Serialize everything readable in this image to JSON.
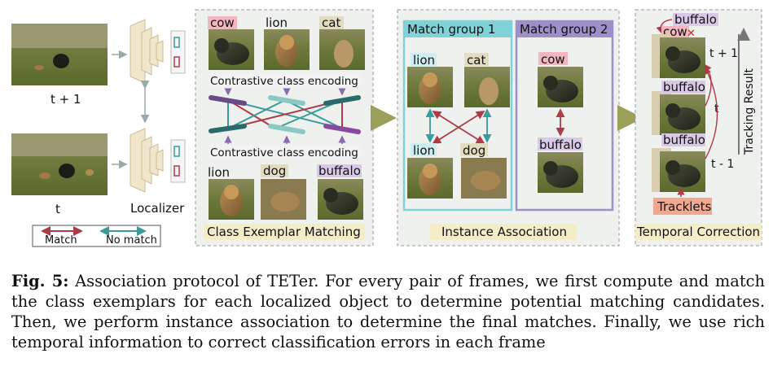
{
  "left": {
    "frame_top_label": "t + 1",
    "frame_bottom_label": "t",
    "localizer_label": "Localizer",
    "legend": {
      "match": "Match",
      "no_match": "No match"
    }
  },
  "class_matching": {
    "title": "Class Exemplar Matching",
    "encoding_top": "Contrastive class encoding",
    "encoding_bottom": "Contrastive class encoding",
    "top_classes": [
      "cow",
      "lion",
      "cat"
    ],
    "bottom_classes": [
      "lion",
      "dog",
      "buffalo"
    ]
  },
  "instance_association": {
    "title": "Instance Association",
    "group1": {
      "title": "Match group 1",
      "top": [
        "lion",
        "cat"
      ],
      "bottom": [
        "lion",
        "dog"
      ]
    },
    "group2": {
      "title": "Match group 2",
      "top": "cow",
      "bottom": "buffalo"
    }
  },
  "temporal": {
    "title": "Temporal Correction",
    "top_corrected": "buffalo",
    "top_original": "cow",
    "mid": "buffalo",
    "bottom": "buffalo",
    "t_plus": "t + 1",
    "t": "t",
    "t_minus": "t - 1",
    "tracklets": "Tracklets",
    "result_label": "Tracking Result"
  },
  "caption": {
    "fig_label": "Fig. 5:",
    "text": "Association protocol of TETer. For every pair of frames, we first compute and match the class exemplars for each localized object to determine potential matching candidates. Then, we perform instance association to determine the final matches. Finally, we use rich temporal information to correct classification errors in each frame"
  },
  "colors": {
    "match": "#b03a48",
    "no_match": "#3a9c9a",
    "arrow": "#9aa05a",
    "panel_bg": "#eef1ee",
    "group1": "#7fd3d8",
    "group2": "#9e8ec9",
    "pink_tag": "#f3b6c0",
    "teal_tag": "#cdeef0",
    "beige_tag": "#e4dcc0",
    "purple_tag": "#d9c9e6",
    "title_tag": "#f5ecc8"
  }
}
